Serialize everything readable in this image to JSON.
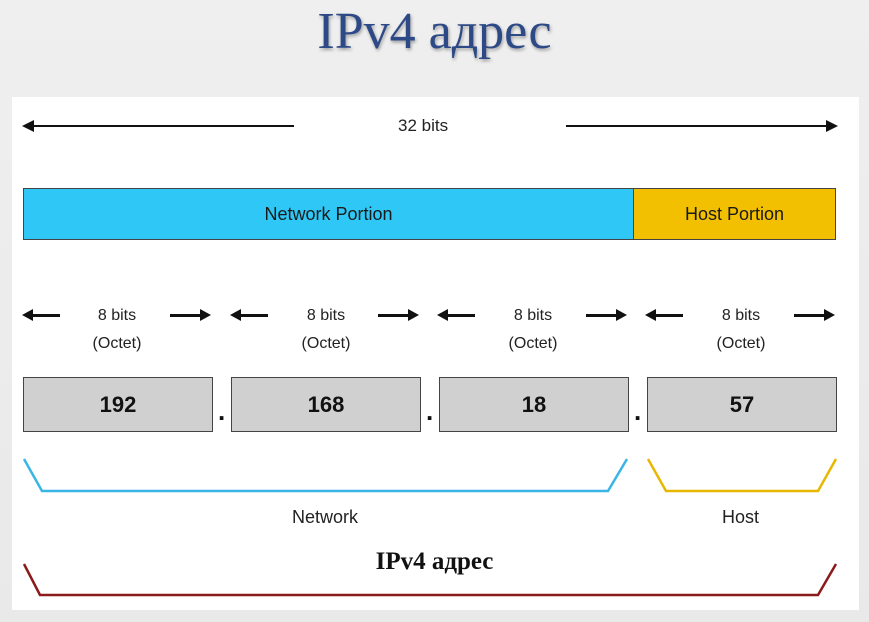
{
  "title": "IPv4 адрес",
  "total_bits_label": "32 bits",
  "network_portion_label": "Network Portion",
  "host_portion_label": "Host Portion",
  "colors": {
    "title": "#2d4a86",
    "network": "#2fc7f5",
    "host": "#f2c000",
    "octet_box": "#d0d0d0",
    "network_bracket": "#39b6e6",
    "host_bracket": "#e8b800",
    "address_bracket": "#8b1a1a"
  },
  "octets": [
    {
      "bits": "8 bits",
      "sub": "(Octet)",
      "value": "192"
    },
    {
      "bits": "8 bits",
      "sub": "(Octet)",
      "value": "168"
    },
    {
      "bits": "8 bits",
      "sub": "(Octet)",
      "value": "18"
    },
    {
      "bits": "8 bits",
      "sub": "(Octet)",
      "value": "57"
    }
  ],
  "separator": ".",
  "network_label": "Network",
  "host_label": "Host",
  "address_label": "IPv4 адрес"
}
